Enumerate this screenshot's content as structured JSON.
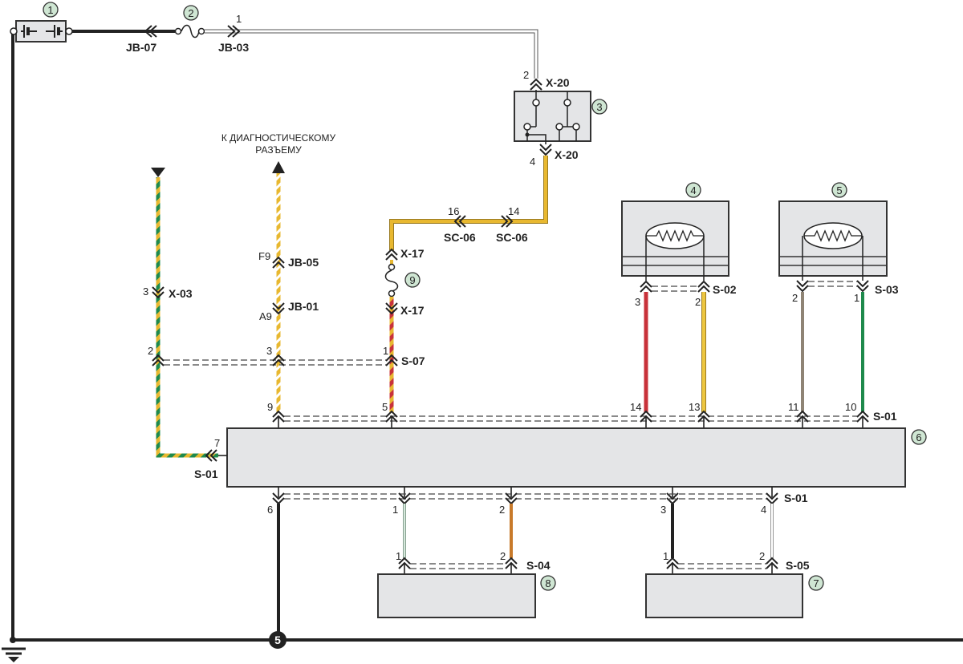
{
  "diagram": {
    "note_diagnostic": [
      "К ДИАГНОСТИЧЕСКОМУ",
      "РАЗЪЕМУ"
    ],
    "badges": {
      "b1": "1",
      "b2": "2",
      "b3": "3",
      "b4": "4",
      "b5": "5",
      "b6": "6",
      "b7": "7",
      "b8": "8",
      "b9": "9"
    },
    "ground_point": "5",
    "connectors": {
      "jb07": "JB-07",
      "jb03": "JB-03",
      "x20_top": "X-20",
      "x20_bottom": "X-20",
      "sc06_left": "SC-06",
      "sc06_right": "SC-06",
      "x17_top": "X-17",
      "x17_bottom": "X-17",
      "jb05": "JB-05",
      "jb01": "JB-01",
      "x03": "X-03",
      "s07": "S-07",
      "s02": "S-02",
      "s03": "S-03",
      "s01_top": "S-01",
      "s01_left": "S-01",
      "s01_bottom": "S-01",
      "s04": "S-04",
      "s05": "S-05"
    },
    "pins": {
      "jb03_1": "1",
      "x20_2": "2",
      "x20_4": "4",
      "sc06_16": "16",
      "sc06_14": "14",
      "jb05_f9": "F9",
      "jb01_a9": "A9",
      "x03_3": "3",
      "s07_2": "2",
      "s07_3": "3",
      "s07_1": "1",
      "s02_3": "3",
      "s02_2": "2",
      "s03_2": "2",
      "s03_1": "1",
      "s01_9": "9",
      "s01_5": "5",
      "s01_14": "14",
      "s01_13": "13",
      "s01_11": "11",
      "s01_10": "10",
      "s01_7": "7",
      "s01_6": "6",
      "s01_1": "1",
      "s01_2": "2",
      "s01_3": "3",
      "s01_4": "4",
      "s04_1": "1",
      "s04_2": "2",
      "s05_1": "1",
      "s05_2": "2"
    },
    "wire_colors": {
      "black": "#222222",
      "white": "#ffffff",
      "yellow": "#e8b830",
      "red": "#c8323a",
      "green": "#1f8a4c",
      "grey_brown": "#8f8475",
      "orange_brown": "#c87a2a",
      "light_green": "#b9d6c4",
      "badge_fill": "#cfe6d3",
      "box_fill": "#e4e5e7"
    }
  }
}
